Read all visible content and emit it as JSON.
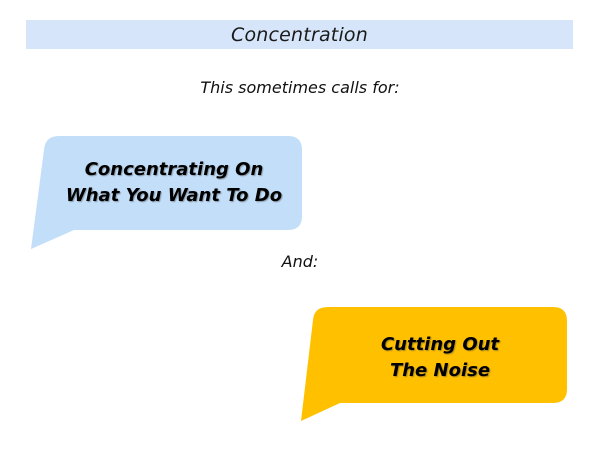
{
  "title_bar": {
    "label": "Concentration"
  },
  "intro": {
    "label": "This sometimes calls for:"
  },
  "connector": {
    "label": "And:"
  },
  "bubbles": {
    "focus": {
      "line1": "Concentrating On",
      "line2": "What You Want To Do",
      "color": "#C2DEF9"
    },
    "noise": {
      "line1": "Cutting Out",
      "line2": "The Noise",
      "color": "#FFC000"
    }
  },
  "colors": {
    "title_bar_bg": "#D6E5F9",
    "background": "#FFFFFF",
    "text": "#111111"
  }
}
